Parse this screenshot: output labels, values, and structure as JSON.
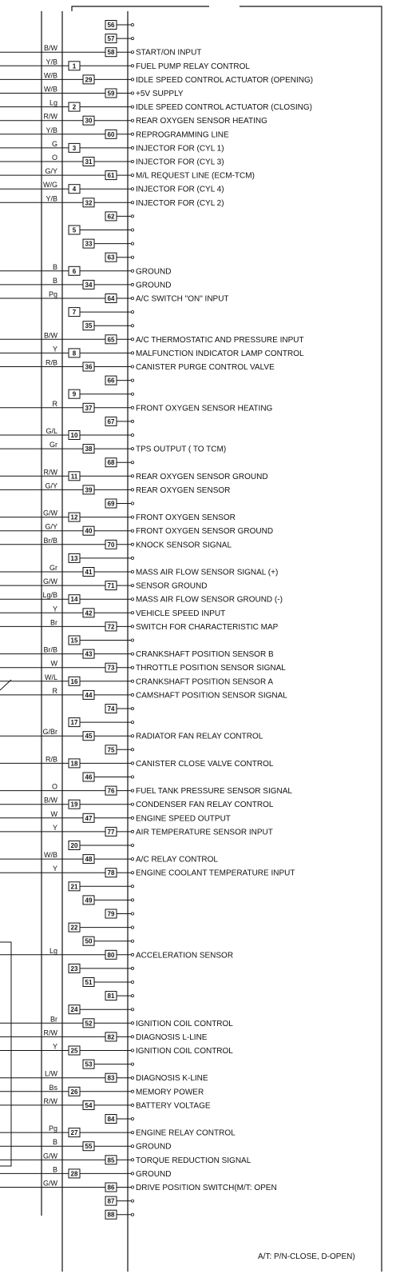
{
  "pins": [
    {
      "pin": "56",
      "wire": "",
      "label": ""
    },
    {
      "pin": "57",
      "wire": "",
      "label": ""
    },
    {
      "pin": "58",
      "wire": "B/W",
      "label": "START/ON INPUT"
    },
    {
      "pin": "1",
      "wire": "Y/B",
      "label": "FUEL PUMP RELAY CONTROL"
    },
    {
      "pin": "29",
      "wire": "W/B",
      "label": "IDLE SPEED CONTROL ACTUATOR (OPENING)"
    },
    {
      "pin": "59",
      "wire": "W/B",
      "label": "+5V SUPPLY"
    },
    {
      "pin": "2",
      "wire": "Lg",
      "label": "IDLE SPEED CONTROL ACTUATOR (CLOSING)"
    },
    {
      "pin": "30",
      "wire": "R/W",
      "label": "REAR OXYGEN SENSOR HEATING"
    },
    {
      "pin": "60",
      "wire": "Y/B",
      "label": "REPROGRAMMING LINE"
    },
    {
      "pin": "3",
      "wire": "G",
      "label": "INJECTOR FOR (CYL 1)"
    },
    {
      "pin": "31",
      "wire": "O",
      "label": "INJECTOR FOR (CYL 3)"
    },
    {
      "pin": "61",
      "wire": "G/Y",
      "label": "M/L REQUEST LINE (ECM-TCM)"
    },
    {
      "pin": "4",
      "wire": "W/G",
      "label": "INJECTOR FOR (CYL 4)"
    },
    {
      "pin": "32",
      "wire": "Y/B",
      "label": "INJECTOR FOR (CYL 2)"
    },
    {
      "pin": "62",
      "wire": "",
      "label": ""
    },
    {
      "pin": "5",
      "wire": "",
      "label": ""
    },
    {
      "pin": "33",
      "wire": "",
      "label": ""
    },
    {
      "pin": "63",
      "wire": "",
      "label": ""
    },
    {
      "pin": "6",
      "wire": "B",
      "label": "GROUND"
    },
    {
      "pin": "34",
      "wire": "B",
      "label": "GROUND"
    },
    {
      "pin": "64",
      "wire": "Pg",
      "label": "A/C SWITCH \"ON\" INPUT"
    },
    {
      "pin": "7",
      "wire": "",
      "label": ""
    },
    {
      "pin": "35",
      "wire": "",
      "label": ""
    },
    {
      "pin": "65",
      "wire": "B/W",
      "label": "A/C THERMOSTATIC AND PRESSURE INPUT"
    },
    {
      "pin": "8",
      "wire": "Y",
      "label": "MALFUNCTION INDICATOR LAMP CONTROL"
    },
    {
      "pin": "36",
      "wire": "R/B",
      "label": "CANISTER PURGE CONTROL VALVE"
    },
    {
      "pin": "66",
      "wire": "",
      "label": ""
    },
    {
      "pin": "9",
      "wire": "",
      "label": ""
    },
    {
      "pin": "37",
      "wire": "R",
      "label": "FRONT OXYGEN SENSOR HEATING"
    },
    {
      "pin": "67",
      "wire": "",
      "label": ""
    },
    {
      "pin": "10",
      "wire": "G/L",
      "label": ""
    },
    {
      "pin": "38",
      "wire": "Gr",
      "label": "TPS OUTPUT ( TO TCM)"
    },
    {
      "pin": "68",
      "wire": "",
      "label": ""
    },
    {
      "pin": "11",
      "wire": "R/W",
      "label": "REAR OXYGEN SENSOR GROUND"
    },
    {
      "pin": "39",
      "wire": "G/Y",
      "label": "REAR OXYGEN SENSOR"
    },
    {
      "pin": "69",
      "wire": "",
      "label": ""
    },
    {
      "pin": "12",
      "wire": "G/W",
      "label": "FRONT OXYGEN SENSOR"
    },
    {
      "pin": "40",
      "wire": "G/Y",
      "label": "FRONT OXYGEN SENSOR GROUND"
    },
    {
      "pin": "70",
      "wire": "Br/B",
      "label": "KNOCK SENSOR SIGNAL"
    },
    {
      "pin": "13",
      "wire": "",
      "label": ""
    },
    {
      "pin": "41",
      "wire": "Gr",
      "label": "MASS AIR FLOW SENSOR SIGNAL (+)"
    },
    {
      "pin": "71",
      "wire": "G/W",
      "label": "SENSOR GROUND"
    },
    {
      "pin": "14",
      "wire": "Lg/B",
      "label": "MASS AIR FLOW SENSOR GROUND (-)"
    },
    {
      "pin": "42",
      "wire": "Y",
      "label": "VEHICLE SPEED INPUT"
    },
    {
      "pin": "72",
      "wire": "Br",
      "label": "SWITCH FOR CHARACTERISTIC MAP"
    },
    {
      "pin": "15",
      "wire": "",
      "label": ""
    },
    {
      "pin": "43",
      "wire": "Br/B",
      "label": "CRANKSHAFT POSITION SENSOR B"
    },
    {
      "pin": "73",
      "wire": "W",
      "label": "THROTTLE POSITION SENSOR SIGNAL"
    },
    {
      "pin": "16",
      "wire": "W/L",
      "label": "CRANKSHAFT POSITION SENSOR A"
    },
    {
      "pin": "44",
      "wire": "R",
      "label": "CAMSHAFT POSITION SENSOR SIGNAL"
    },
    {
      "pin": "74",
      "wire": "",
      "label": ""
    },
    {
      "pin": "17",
      "wire": "",
      "label": ""
    },
    {
      "pin": "45",
      "wire": "G/Br",
      "label": "RADIATOR FAN RELAY CONTROL"
    },
    {
      "pin": "75",
      "wire": "",
      "label": ""
    },
    {
      "pin": "18",
      "wire": "R/B",
      "label": "CANISTER CLOSE VALVE CONTROL"
    },
    {
      "pin": "46",
      "wire": "",
      "label": ""
    },
    {
      "pin": "76",
      "wire": "O",
      "label": "FUEL TANK PRESSURE SENSOR SIGNAL"
    },
    {
      "pin": "19",
      "wire": "B/W",
      "label": "CONDENSER FAN RELAY CONTROL"
    },
    {
      "pin": "47",
      "wire": "W",
      "label": "ENGINE SPEED OUTPUT"
    },
    {
      "pin": "77",
      "wire": "Y",
      "label": "AIR TEMPERATURE SENSOR INPUT"
    },
    {
      "pin": "20",
      "wire": "",
      "label": ""
    },
    {
      "pin": "48",
      "wire": "W/B",
      "label": "A/C RELAY CONTROL"
    },
    {
      "pin": "78",
      "wire": "Y",
      "label": "ENGINE COOLANT TEMPERATURE INPUT"
    },
    {
      "pin": "21",
      "wire": "",
      "label": ""
    },
    {
      "pin": "49",
      "wire": "",
      "label": ""
    },
    {
      "pin": "79",
      "wire": "",
      "label": ""
    },
    {
      "pin": "22",
      "wire": "",
      "label": ""
    },
    {
      "pin": "50",
      "wire": "",
      "label": ""
    },
    {
      "pin": "80",
      "wire": "Lg",
      "label": "ACCELERATION SENSOR"
    },
    {
      "pin": "23",
      "wire": "",
      "label": ""
    },
    {
      "pin": "51",
      "wire": "",
      "label": ""
    },
    {
      "pin": "81",
      "wire": "",
      "label": ""
    },
    {
      "pin": "24",
      "wire": "",
      "label": ""
    },
    {
      "pin": "52",
      "wire": "Br",
      "label": "IGNITION COIL CONTROL"
    },
    {
      "pin": "82",
      "wire": "R/W",
      "label": "DIAGNOSIS L-LINE"
    },
    {
      "pin": "25",
      "wire": "Y",
      "label": "IGNITION COIL CONTROL"
    },
    {
      "pin": "53",
      "wire": "",
      "label": ""
    },
    {
      "pin": "83",
      "wire": "L/W",
      "label": "DIAGNOSIS K-LINE"
    },
    {
      "pin": "26",
      "wire": "Bs",
      "label": "MEMORY POWER"
    },
    {
      "pin": "54",
      "wire": "R/W",
      "label": "BATTERY VOLTAGE"
    },
    {
      "pin": "84",
      "wire": "",
      "label": ""
    },
    {
      "pin": "27",
      "wire": "Pg",
      "label": "ENGINE RELAY CONTROL"
    },
    {
      "pin": "55",
      "wire": "B",
      "label": "GROUND"
    },
    {
      "pin": "85",
      "wire": "G/W",
      "label": "TORQUE REDUCTION SIGNAL"
    },
    {
      "pin": "28",
      "wire": "B",
      "label": "GROUND"
    },
    {
      "pin": "86",
      "wire": "G/W",
      "label": "DRIVE POSITION SWITCH(M/T: OPEN"
    },
    {
      "pin": "87",
      "wire": "",
      "label": ""
    },
    {
      "pin": "88",
      "wire": "",
      "label": ""
    }
  ],
  "note_line2": "A/T:  P/N-CLOSE, D-OPEN)"
}
